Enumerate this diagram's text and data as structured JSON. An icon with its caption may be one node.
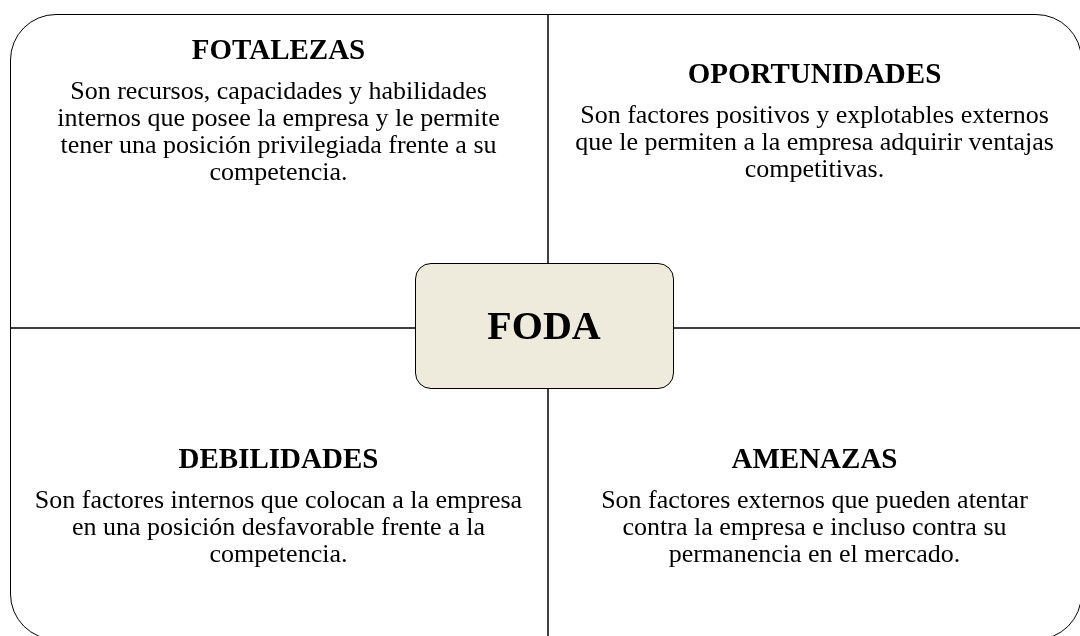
{
  "diagram": {
    "nodes": [
      {
        "text": [],
        "shape": "box"
      },
      {
        "text": [
          "FOTALEZAS",
          "Son recursos, capacidades y habilidades internos que posee la empresa y le permite tener una posición privilegiada frente a su competencia."
        ],
        "in": 0
      },
      {
        "text": [
          "OPORTUNIDADES",
          "Son factores positivos y explotables externos que le permiten a la empresa adquirir ventajas competitivas."
        ],
        "in": 0
      },
      {
        "text": [
          "FODA"
        ],
        "in": 0
      },
      {
        "text": [
          "DEBILIDADES",
          "Son factores internos que colocan a la empresa en una posición desfavorable frente a la competencia."
        ],
        "in": 0
      },
      {
        "text": [
          "AMENAZAS",
          "Son factores externos que pueden atentar contra la empresa e incluso contra su permanencia en el mercado."
        ],
        "in": 0
      }
    ],
    "edges": []
  }
}
